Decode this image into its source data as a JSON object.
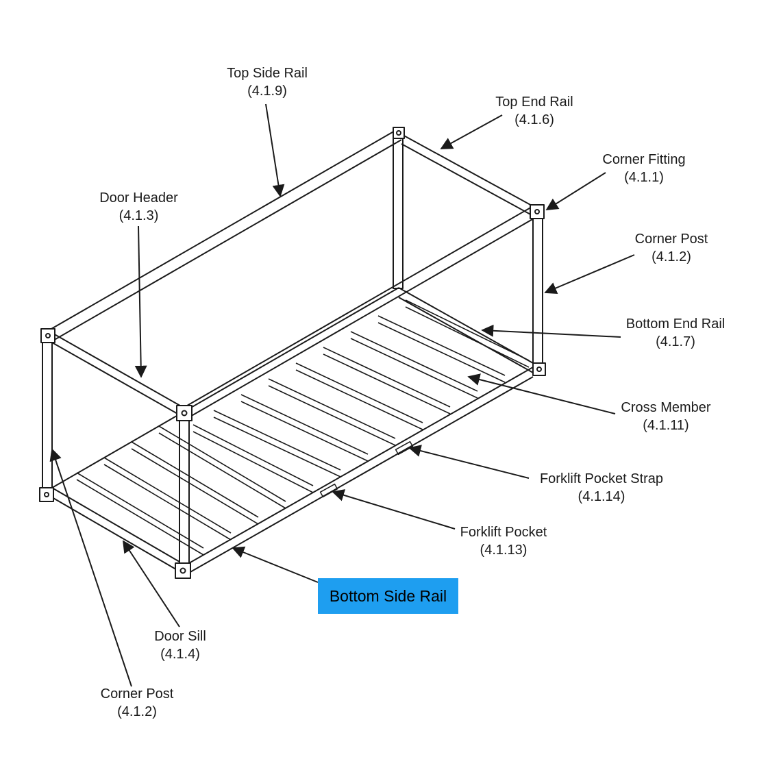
{
  "labels": {
    "top_side_rail": {
      "name": "Top Side Rail",
      "code": "(4.1.9)"
    },
    "top_end_rail": {
      "name": "Top End Rail",
      "code": "(4.1.6)"
    },
    "corner_fitting": {
      "name": "Corner Fitting",
      "code": "(4.1.1)"
    },
    "door_header": {
      "name": "Door Header",
      "code": "(4.1.3)"
    },
    "corner_post_right": {
      "name": "Corner Post",
      "code": "(4.1.2)"
    },
    "bottom_end_rail": {
      "name": "Bottom End Rail",
      "code": "(4.1.7)"
    },
    "cross_member": {
      "name": "Cross Member",
      "code": "(4.1.11)"
    },
    "forklift_pocket_strap": {
      "name": "Forklift Pocket Strap",
      "code": "(4.1.14)"
    },
    "forklift_pocket": {
      "name": "Forklift Pocket",
      "code": "(4.1.13)"
    },
    "bottom_side_rail": {
      "name": "Bottom Side Rail"
    },
    "door_sill": {
      "name": "Door Sill",
      "code": "(4.1.4)"
    },
    "corner_post_left": {
      "name": "Corner Post",
      "code": "(4.1.2)"
    }
  },
  "colors": {
    "line": "#1a1a1a",
    "highlight": "#1e9ef0",
    "background": "#ffffff"
  }
}
